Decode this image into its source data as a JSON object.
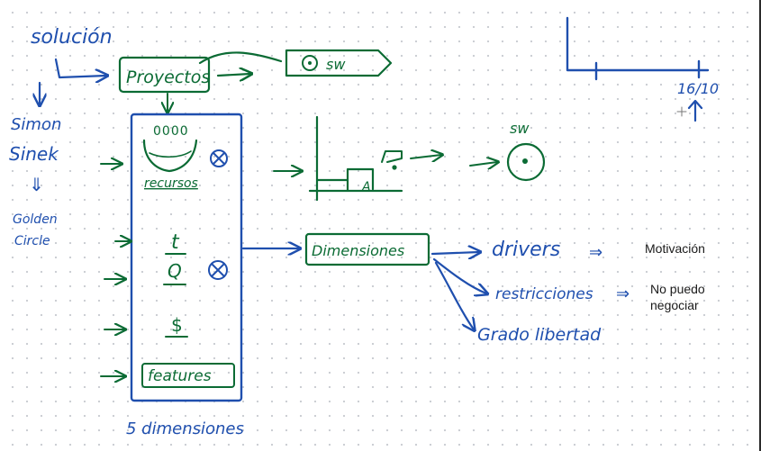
{
  "colors": {
    "green_ink": "#0b6b34",
    "blue_ink": "#1f4fae",
    "black_ink": "#1f1f1f",
    "typed_text": "#1a1a1a"
  },
  "handwritten": {
    "solucion": "solución",
    "proyectos": "Proyectos",
    "sw_box": "sw",
    "simon": "Simon",
    "sinek": "Sinek",
    "double_arrow": "⇓",
    "golden": "Golden",
    "circle": "Circle",
    "recursos_dots": "0000",
    "recursos": "recursos",
    "t_label": "t",
    "q_label": "Q",
    "money_label": "$",
    "features": "features",
    "cinco_dimensiones": "5 dimensiones",
    "dimensiones_box": "Dimensiones",
    "drivers": "drivers",
    "restricciones": "restricciones",
    "grado_libertad": "Grado libertad",
    "a_label": "A",
    "sw_circle": "sw",
    "date": "16/10",
    "implies": "⇒"
  },
  "typed": {
    "motivacion": "Motivación",
    "no_puedo_line1": "No puedo",
    "no_puedo_line2": "negociar"
  }
}
